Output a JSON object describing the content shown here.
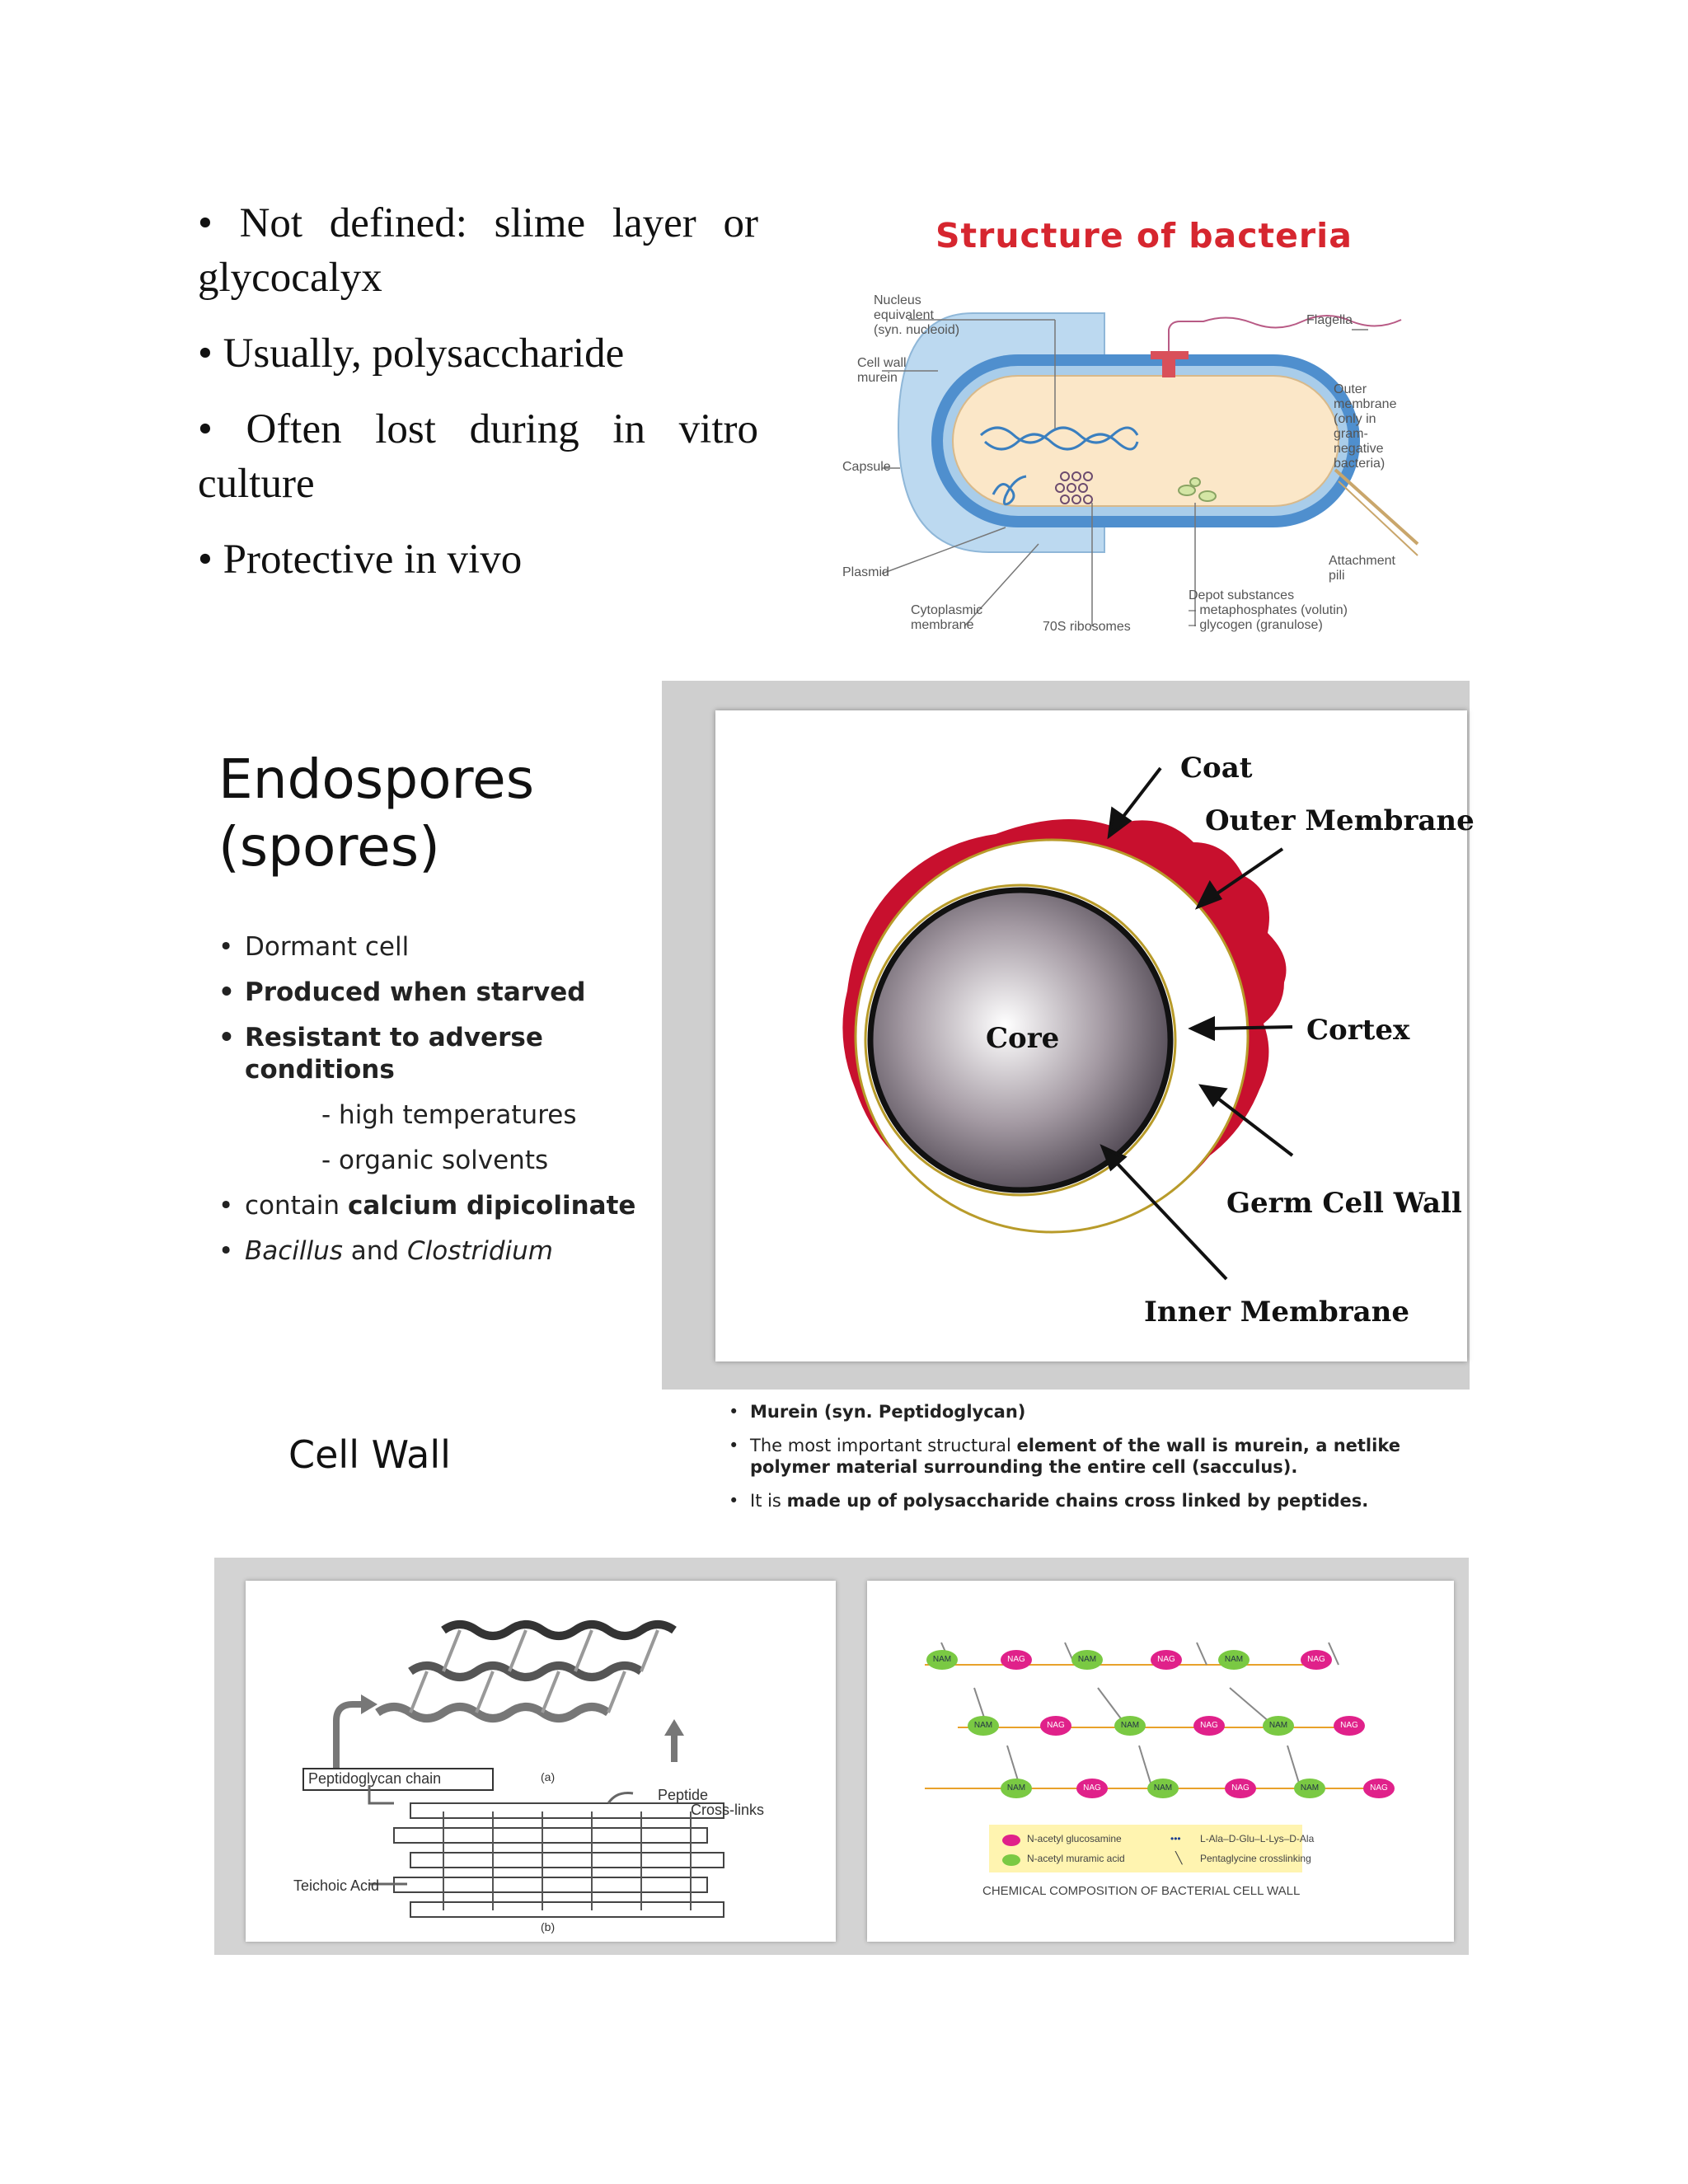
{
  "capsule_bullets": [
    "• Not defined: slime layer or glycocalyx",
    "• Usually, polysaccharide",
    "• Often lost during in vitro culture",
    "• Protective in vivo"
  ],
  "bacteria_figure": {
    "title": "Structure of bacteria",
    "labels": {
      "nucleus": [
        "Nucleus",
        "equivalent",
        "(syn. nucleoid)"
      ],
      "cell_wall": [
        "Cell wall",
        "murein"
      ],
      "capsule": "Capsule",
      "plasmid": "Plasmid",
      "cytoplasmic": [
        "Cytoplasmic",
        "membrane"
      ],
      "ribosomes": "70S ribosomes",
      "depot": [
        "Depot substances",
        "– metaphosphates (volutin)",
        "– glycogen (granulose)"
      ],
      "flagella": "Flagella",
      "outer": [
        "Outer",
        "membrane",
        "(only in",
        "gram-",
        "negative",
        "bacteria)"
      ],
      "pili": [
        "Attachment",
        "pili"
      ]
    }
  },
  "endospores": {
    "title_line1": "Endospores",
    "title_line2": "(spores)",
    "b1": "Dormant cell",
    "b2": "Produced when starved",
    "b3_line1": "Resistant to adverse",
    "b3_line2": "conditions",
    "sub1": "- high temperatures",
    "sub2": "- organic solvents",
    "b4_pre": "contain ",
    "b4_bold": "calcium dipicolinate",
    "b5_i1": "Bacillus",
    "b5_mid": " and ",
    "b5_i2": "Clostridium"
  },
  "spore_figure": {
    "coat": "Coat",
    "outer_membrane": "Outer Membrane",
    "core": "Core",
    "cortex": "Cortex",
    "germ_cell_wall": "Germ Cell Wall",
    "inner_membrane": "Inner Membrane"
  },
  "cell_wall": {
    "title": "Cell Wall",
    "b1": "Murein (syn. Peptidoglycan)",
    "b2_pre": "The most important structural ",
    "b2_bold": "element of the wall is murein, a netlike polymer material surrounding the entire cell (sacculus).",
    "b3_pre": "It is ",
    "b3_bold": "made up of polysaccharide chains cross linked by peptides."
  },
  "peptidoglycan_figure": {
    "chain": "Peptidoglycan chain",
    "peptide": "Peptide",
    "crosslinks": "Cross-links",
    "teichoic": "Teichoic Acid",
    "a": "(a)",
    "b": "(b)"
  },
  "chemical_figure": {
    "nam": "NAM",
    "nag": "NAG",
    "legend_nag": "N-acetyl glucosamine",
    "legend_nam": "N-acetyl muramic acid",
    "legend_peptide": "L-Ala–D-Glu–L-Lys–D-Ala",
    "legend_cross": "Pentaglycine crosslinking",
    "caption": "CHEMICAL COMPOSITION OF BACTERIAL CELL WALL"
  },
  "colors": {
    "title_red": "#d6262f",
    "spore_red": "#c8102e",
    "nam_green": "#7ac943",
    "nag_pink": "#e0218a"
  }
}
